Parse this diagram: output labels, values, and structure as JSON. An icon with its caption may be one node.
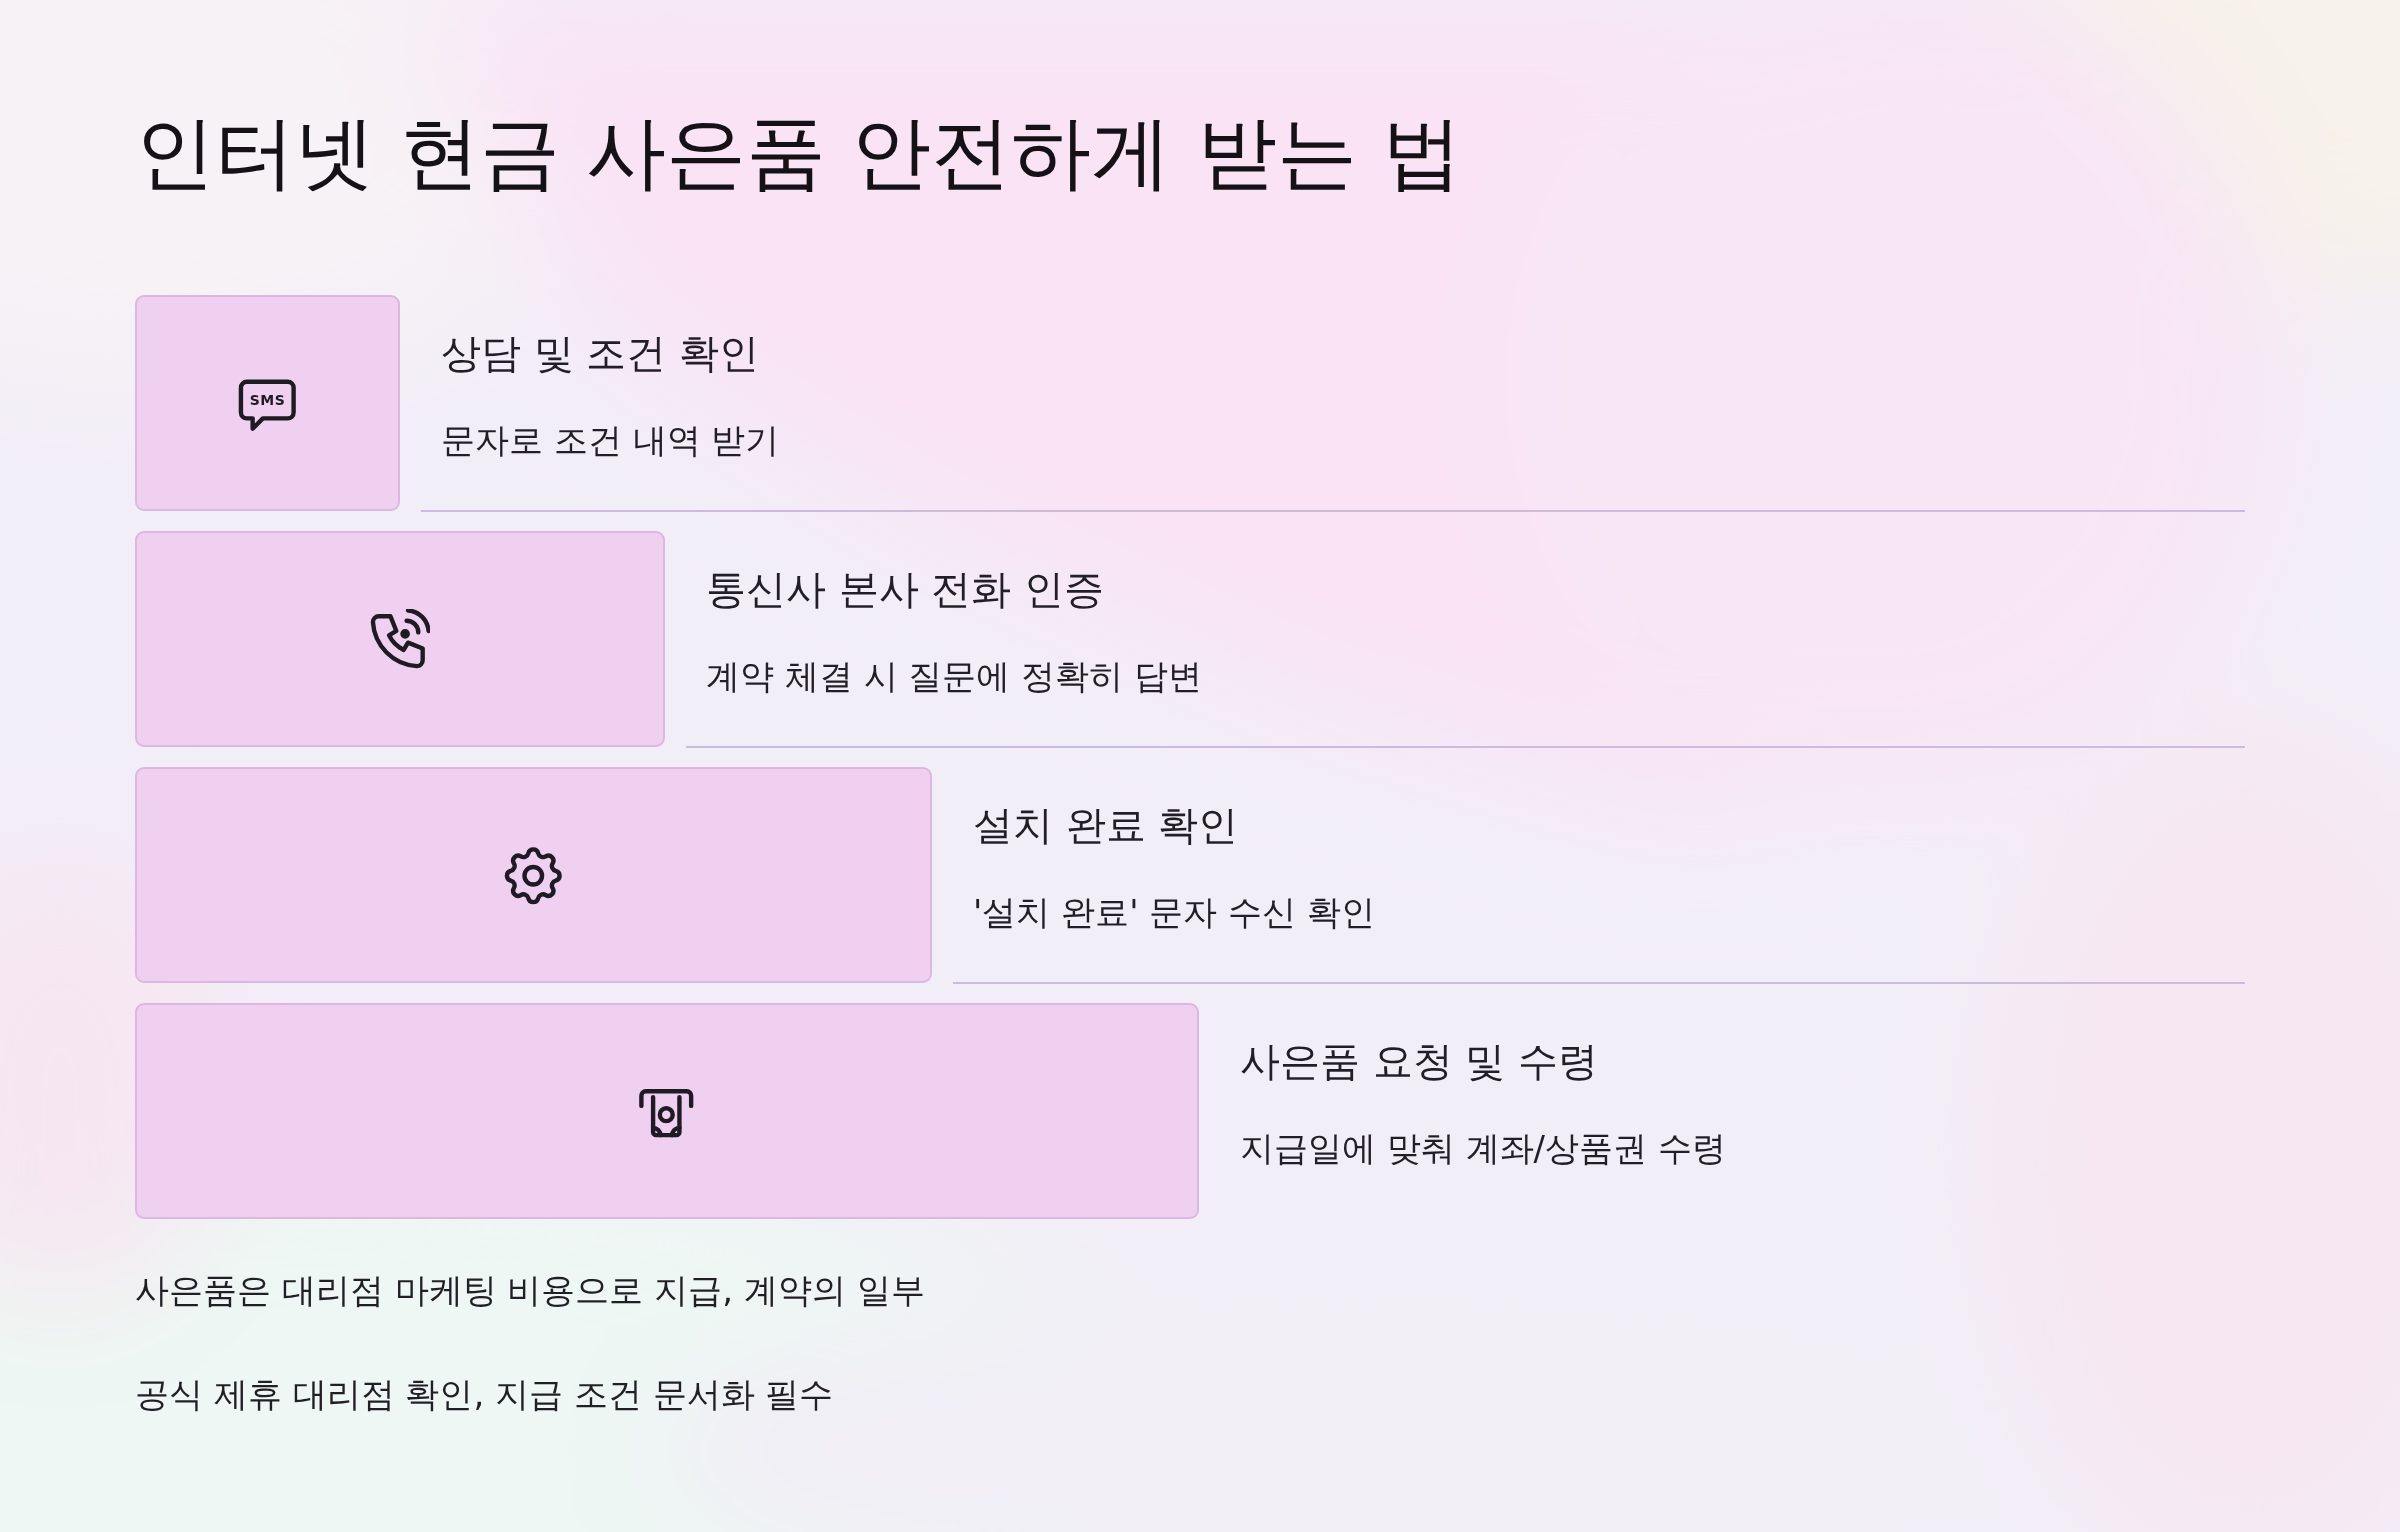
{
  "diagram": {
    "title": "인터넷 현금 사은품 안전하게 받는 법",
    "nodes": [
      {
        "text": [
          "상담 및 조건 확인",
          "문자로 조건 내역 받기"
        ]
      },
      {
        "text": [
          "통신사 본사 전화 인증",
          "계약 체결 시 질문에 정확히 답변"
        ]
      },
      {
        "text": [
          "설치 완료 확인",
          "'설치 완료' 문자 수신 확인"
        ]
      },
      {
        "text": [
          "사은품 요청 및 수령",
          "지급일에 맞춰 계좌/상품권 수령"
        ]
      }
    ],
    "labels": [
      "SMS",
      "사은품은 대리점 마케팅 비용으로 지급, 계약의 일부",
      "공식 제휴 대리점 확인, 지급 조건 문서화 필수"
    ]
  }
}
